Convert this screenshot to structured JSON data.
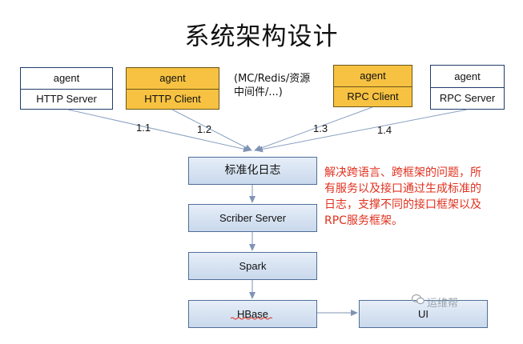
{
  "title": "系统架构设计",
  "agents": [
    {
      "top": "agent",
      "bottom": "HTTP Server"
    },
    {
      "top": "agent",
      "bottom": "HTTP Client"
    },
    {
      "top": "agent",
      "bottom": "RPC Client"
    },
    {
      "top": "agent",
      "bottom": "RPC Server"
    }
  ],
  "middle_note": [
    "(MC/Redis/资源",
    "中间件/...)"
  ],
  "edge_labels": [
    "1.1",
    "1.2",
    "1.3",
    "1.4"
  ],
  "flow": {
    "log": "标准化日志",
    "scriber": "Scriber Server",
    "spark": "Spark",
    "hbase": "HBase",
    "ui": "UI"
  },
  "red_note": [
    "解决跨语言、跨框架的问题，所",
    "有服务以及接口通过生成标准的",
    "日志，支撑不同的接口框架以及",
    "RPC服务框架。"
  ],
  "watermark": "运维帮",
  "colors": {
    "gold": "#f7c242",
    "flow_fill": "#c9d8ec",
    "note_red": "#e0301e",
    "line": "#7f93b5"
  }
}
